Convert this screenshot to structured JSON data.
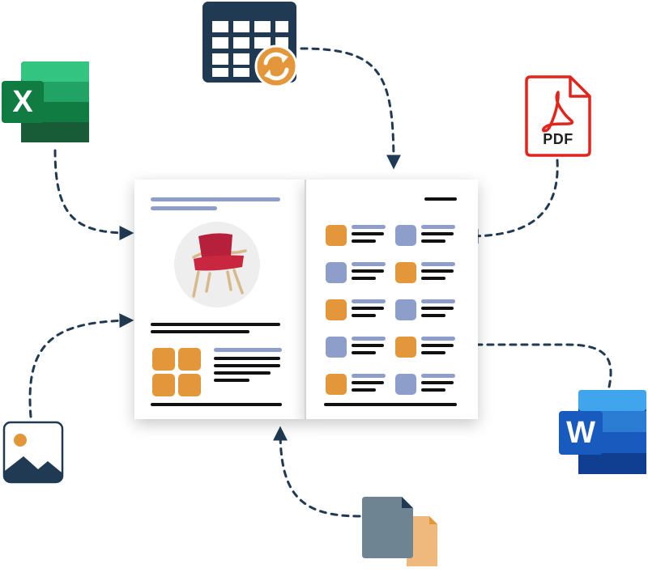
{
  "colors": {
    "navy": "#1f3a52",
    "orange": "#e4963a",
    "lavender": "#8d9ecb",
    "text_line": "#111111",
    "excel_green": "#1e7145",
    "pdf_red": "#e1251b",
    "word_blue": "#185abd",
    "file_slate": "#6f8493",
    "file_peach": "#efb87d"
  },
  "icons": {
    "excel": {
      "letter": "X"
    },
    "pdf": {
      "label": "PDF"
    },
    "word": {
      "letter": "W"
    }
  },
  "nodes": [
    "excel-icon",
    "spreadsheet-sync-icon",
    "pdf-icon",
    "image-icon",
    "word-icon",
    "files-icon",
    "catalog-document"
  ],
  "edges": [
    {
      "from": "excel-icon",
      "to": "catalog-document"
    },
    {
      "from": "spreadsheet-sync-icon",
      "to": "catalog-document"
    },
    {
      "from": "pdf-icon",
      "to": "catalog-document"
    },
    {
      "from": "image-icon",
      "to": "catalog-document"
    },
    {
      "from": "word-icon",
      "to": "catalog-document"
    },
    {
      "from": "files-icon",
      "to": "catalog-document"
    }
  ]
}
